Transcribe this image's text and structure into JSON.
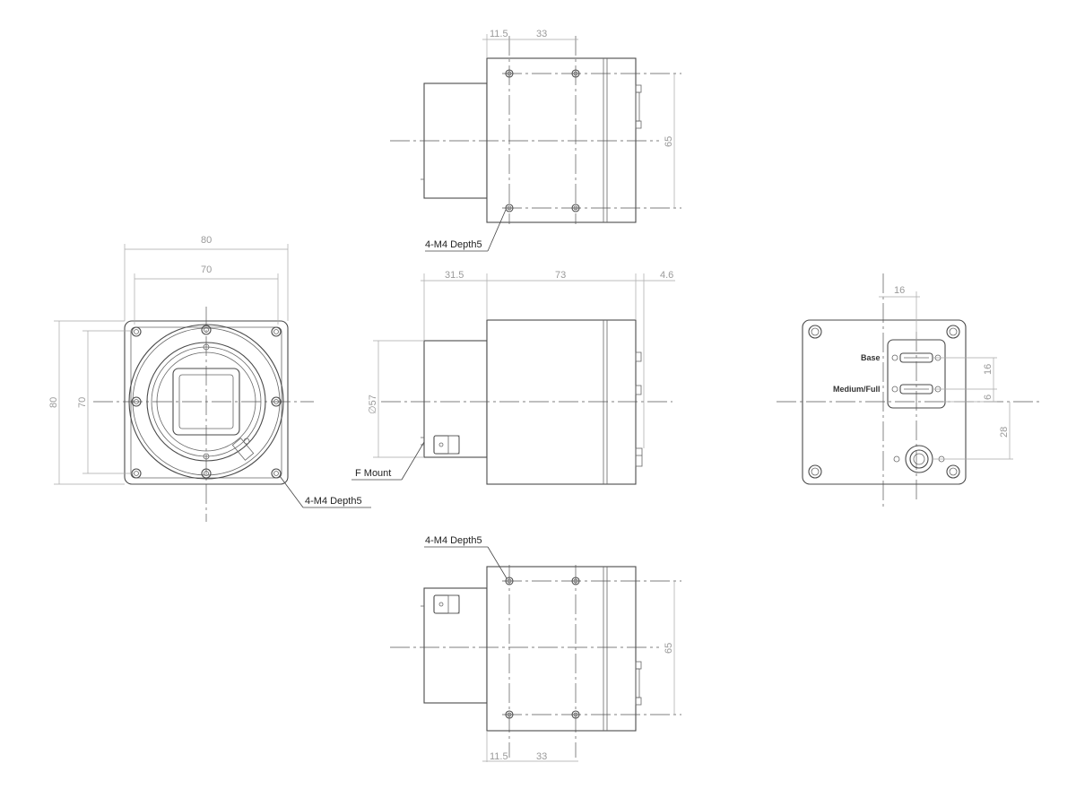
{
  "top_view": {
    "dims": {
      "offset": "11.5",
      "spacing": "33",
      "height": "65"
    },
    "callout": "4-M4 Depth5"
  },
  "front_view": {
    "dims": {
      "outer_width": "80",
      "inner_width": "70",
      "outer_height": "80",
      "inner_height": "70"
    },
    "callout": "4-M4 Depth5"
  },
  "side_view": {
    "dims": {
      "mount_length": "31.5",
      "body_length": "73",
      "connector": "4.6",
      "diameter": "∅57"
    },
    "callout": "F Mount"
  },
  "rear_view": {
    "dims": {
      "h_offset": "16",
      "v_spacing": "16",
      "v_small": "6",
      "v_lower": "28"
    },
    "labels": {
      "base": "Base",
      "medium_full": "Medium/Full"
    }
  },
  "bottom_view": {
    "dims": {
      "offset": "11.5",
      "spacing": "33",
      "height": "65"
    },
    "callout": "4-M4 Depth5"
  }
}
